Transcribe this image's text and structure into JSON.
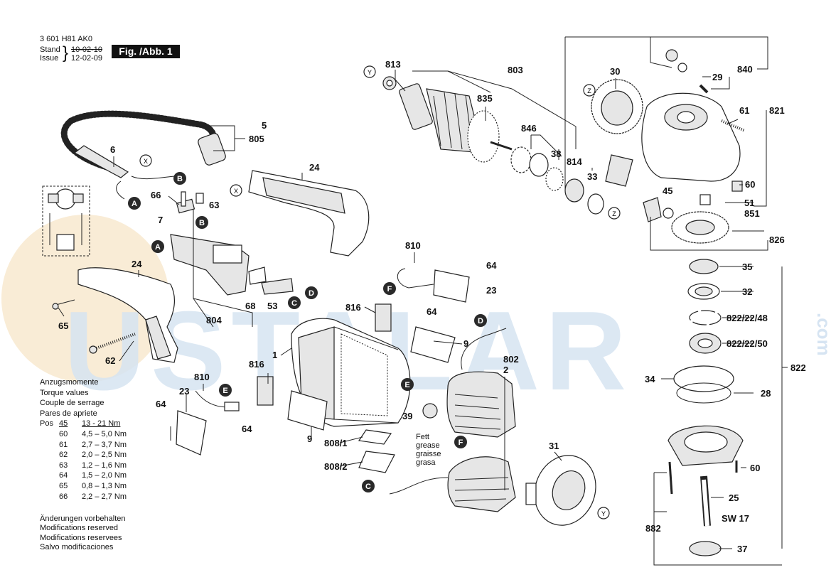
{
  "header": {
    "doc_number": "3 601 H81 AK0",
    "stand_label": "Stand",
    "issue_label": "Issue",
    "date_old": "10-02-10",
    "date_new": "12-02-09",
    "figure_label": "Fig. /Abb. 1"
  },
  "torque": {
    "title_lines": [
      "Anzugsmomente",
      "Torque values",
      "Couple de serrage",
      "Pares de apriete"
    ],
    "pos_label": "Pos",
    "rows": [
      {
        "pos": "45",
        "range": "13 - 21 Nm"
      },
      {
        "pos": "60",
        "range": "4,5 – 5,0 Nm"
      },
      {
        "pos": "61",
        "range": "2,7 – 3,7 Nm"
      },
      {
        "pos": "62",
        "range": "2,0 – 2,5 Nm"
      },
      {
        "pos": "63",
        "range": "1,2 – 1,6 Nm"
      },
      {
        "pos": "64",
        "range": "1,5 – 2,0 Nm"
      },
      {
        "pos": "65",
        "range": "0,8 – 1,3 Nm"
      },
      {
        "pos": "66",
        "range": "2,2 – 2,7 Nm"
      }
    ]
  },
  "notes": [
    "Änderungen vorbehalten",
    "Modifications reserved",
    "Modifications reservees",
    "Salvo modificaciones"
  ],
  "grease_note": [
    "Fett",
    "grease",
    "graisse",
    "grasa"
  ],
  "watermark": {
    "text": "USTALAR",
    "suffix": ".com"
  },
  "part_labels": {
    "p5": "5",
    "p805": "805",
    "p6": "6",
    "p24a": "24",
    "p66": "66",
    "p63": "63",
    "p7": "7",
    "p24b": "24",
    "p804": "804",
    "p68": "68",
    "p53": "53",
    "p65": "65",
    "p62": "62",
    "p810a": "810",
    "p64a": "64",
    "p23a": "23",
    "p816a": "816",
    "p64b": "64",
    "p9a": "9",
    "p802": "802",
    "p2": "2",
    "p1": "1",
    "p816b": "816",
    "p810b": "810",
    "p23b": "23",
    "p64c": "64",
    "p64d": "64",
    "p9b": "9",
    "p39": "39",
    "p8081": "808/1",
    "p8082": "808/2",
    "p31": "31",
    "p813": "813",
    "p803": "803",
    "p835": "835",
    "p846": "846",
    "p38": "38",
    "p814": "814",
    "p33": "33",
    "p30": "30",
    "p29": "29",
    "p840": "840",
    "p61": "61",
    "p821": "821",
    "p60a": "60",
    "p45": "45",
    "p51": "51",
    "p851": "851",
    "p826": "826",
    "p35": "35",
    "p32": "32",
    "p822_22_48": "822/22/48",
    "p822_22_50": "822/22/50",
    "p822": "822",
    "p34": "34",
    "p28": "28",
    "p60b": "60",
    "p25": "25",
    "sw17": "SW 17",
    "p882": "882",
    "p37": "37"
  },
  "markers": {
    "A": "A",
    "B": "B",
    "C": "C",
    "D": "D",
    "E": "E",
    "F": "F",
    "X": "X",
    "Y": "Y",
    "Z": "Z"
  },
  "colors": {
    "ink": "#111111",
    "marker_fill": "#1a1a1a",
    "watermark_blue": "#d6e4f2",
    "watermark_orange": "#f6e2c4"
  }
}
